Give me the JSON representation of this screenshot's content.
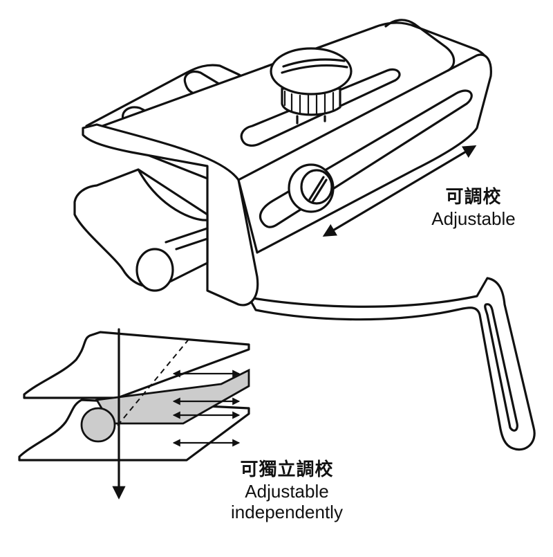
{
  "labels": {
    "top": {
      "cjk": "可調校",
      "en": "Adjustable"
    },
    "bottom": {
      "cjk": "可獨立調校",
      "en_line1": "Adjustable",
      "en_line2": "independently"
    }
  },
  "colors": {
    "ink": "#111111",
    "paper": "#ffffff",
    "strip_fill": "#cccccc"
  }
}
